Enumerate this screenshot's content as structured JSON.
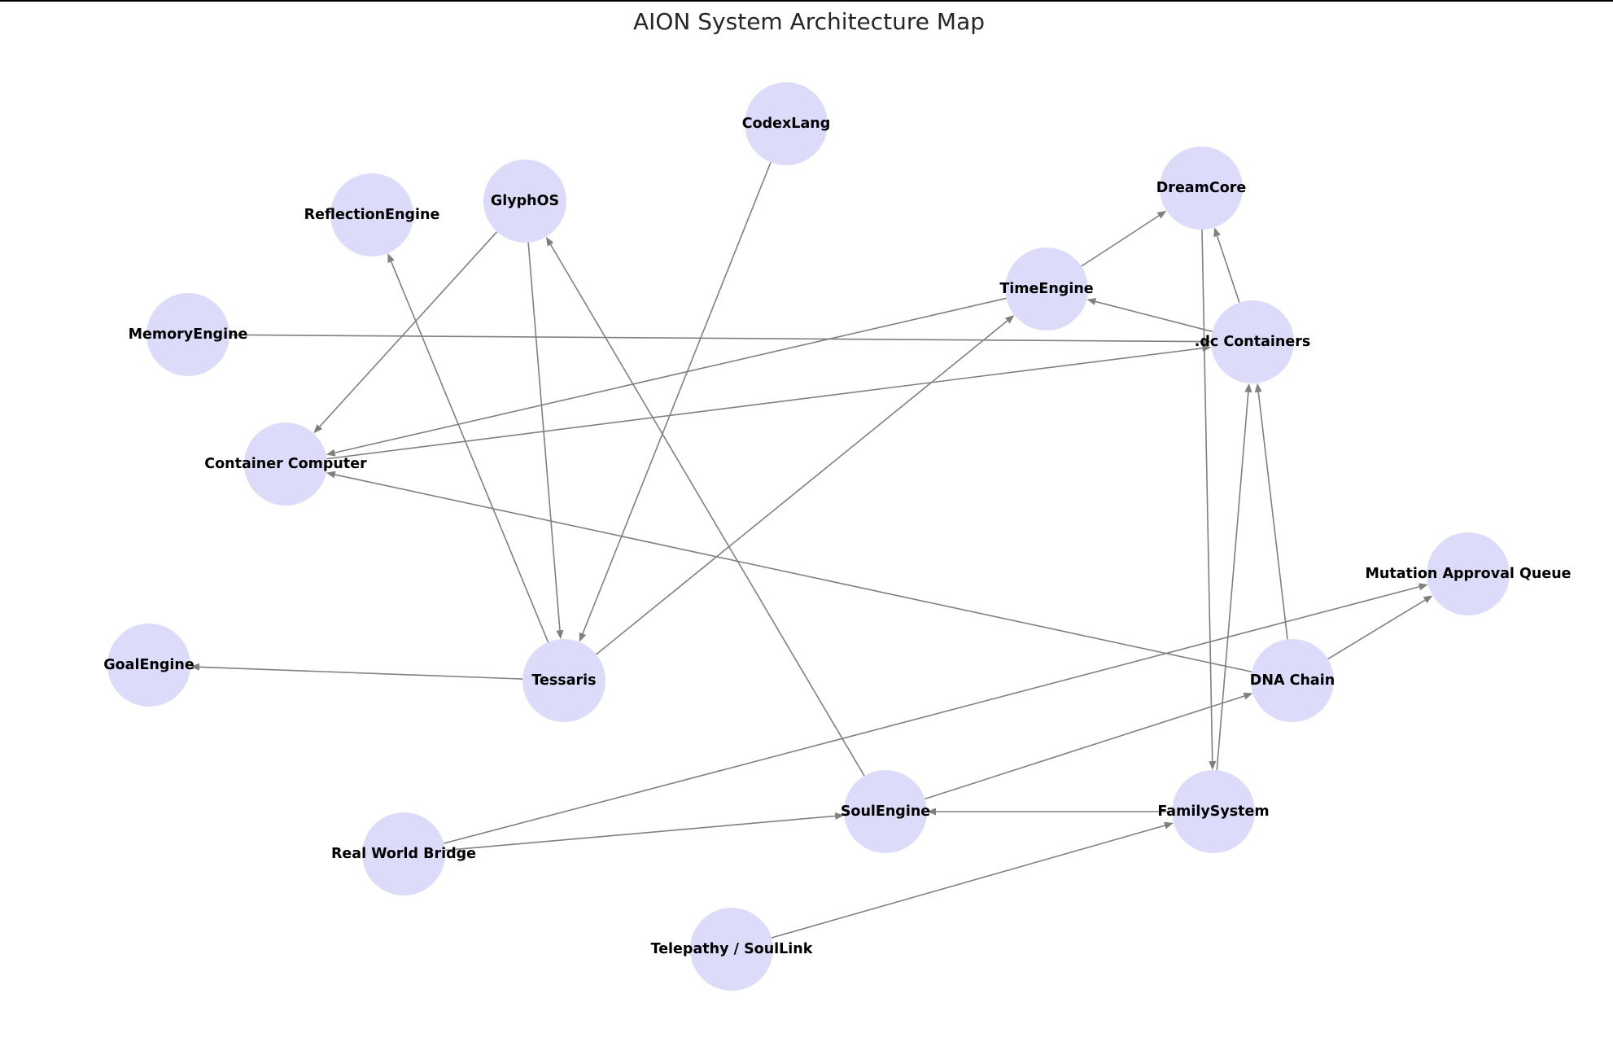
{
  "title": "AION System Architecture Map",
  "colors": {
    "node_fill": "#dcdcfa",
    "edge": "#808080",
    "label": "#000000",
    "title": "#262626"
  },
  "nodes": [
    {
      "id": "codexlang",
      "label": "CodexLang"
    },
    {
      "id": "glyphos",
      "label": "GlyphOS"
    },
    {
      "id": "reflection",
      "label": "ReflectionEngine"
    },
    {
      "id": "dreamcore",
      "label": "DreamCore"
    },
    {
      "id": "timeengine",
      "label": "TimeEngine"
    },
    {
      "id": "memory",
      "label": "MemoryEngine"
    },
    {
      "id": "dc",
      "label": ".dc Containers"
    },
    {
      "id": "container",
      "label": "Container Computer"
    },
    {
      "id": "mutation",
      "label": "Mutation Approval Queue"
    },
    {
      "id": "goal",
      "label": "GoalEngine"
    },
    {
      "id": "tessaris",
      "label": "Tessaris"
    },
    {
      "id": "dna",
      "label": "DNA Chain"
    },
    {
      "id": "soul",
      "label": "SoulEngine"
    },
    {
      "id": "family",
      "label": "FamilySystem"
    },
    {
      "id": "rwb",
      "label": "Real World Bridge"
    },
    {
      "id": "telepathy",
      "label": "Telepathy / SoulLink"
    }
  ],
  "edges": [
    {
      "from": "glyphos",
      "to": "container"
    },
    {
      "from": "glyphos",
      "to": "tessaris"
    },
    {
      "from": "codexlang",
      "to": "tessaris"
    },
    {
      "from": "tessaris",
      "to": "reflection"
    },
    {
      "from": "tessaris",
      "to": "goal"
    },
    {
      "from": "timeengine",
      "to": "dreamcore"
    },
    {
      "from": "timeengine",
      "to": "container"
    },
    {
      "from": "tessaris",
      "to": "timeengine"
    },
    {
      "from": "memory",
      "to": "dc"
    },
    {
      "from": "container",
      "to": "dc"
    },
    {
      "from": "dc",
      "to": "timeengine"
    },
    {
      "from": "dc",
      "to": "dreamcore"
    },
    {
      "from": "dreamcore",
      "to": "family"
    },
    {
      "from": "family",
      "to": "dc"
    },
    {
      "from": "dna",
      "to": "dc"
    },
    {
      "from": "dna",
      "to": "container"
    },
    {
      "from": "dna",
      "to": "mutation"
    },
    {
      "from": "soul",
      "to": "glyphos"
    },
    {
      "from": "soul",
      "to": "dna"
    },
    {
      "from": "family",
      "to": "soul"
    },
    {
      "from": "rwb",
      "to": "soul"
    },
    {
      "from": "rwb",
      "to": "mutation"
    },
    {
      "from": "telepathy",
      "to": "family"
    }
  ]
}
